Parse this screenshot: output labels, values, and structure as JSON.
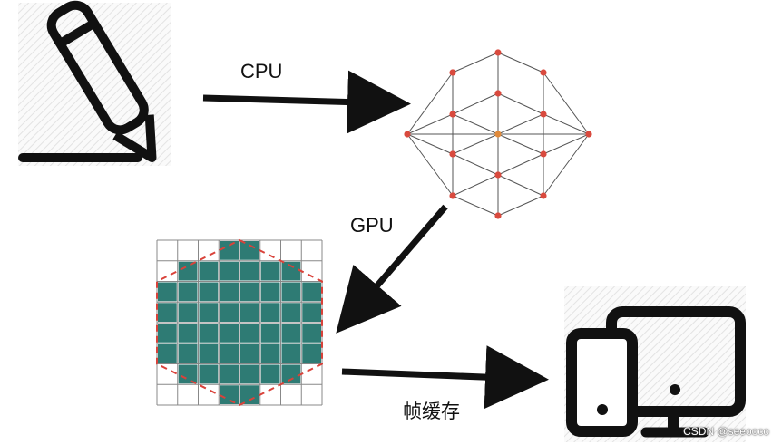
{
  "labels": {
    "cpu": "CPU",
    "gpu": "GPU",
    "framebuffer": "帧缓存"
  },
  "watermark": "CSDN @seeooco",
  "icons": {
    "pencil": "pencil-icon",
    "mesh": "mesh-network-icon",
    "raster": "raster-grid-icon",
    "devices": "devices-icon"
  },
  "colors": {
    "stroke": "#111111",
    "fill_cell": "#2e7b74",
    "hexagon_outline": "#d9423a",
    "node": "#d94a3e",
    "node_center": "#e08a3a",
    "mesh_edge": "#555555",
    "hatch": "#e4e4e4"
  }
}
